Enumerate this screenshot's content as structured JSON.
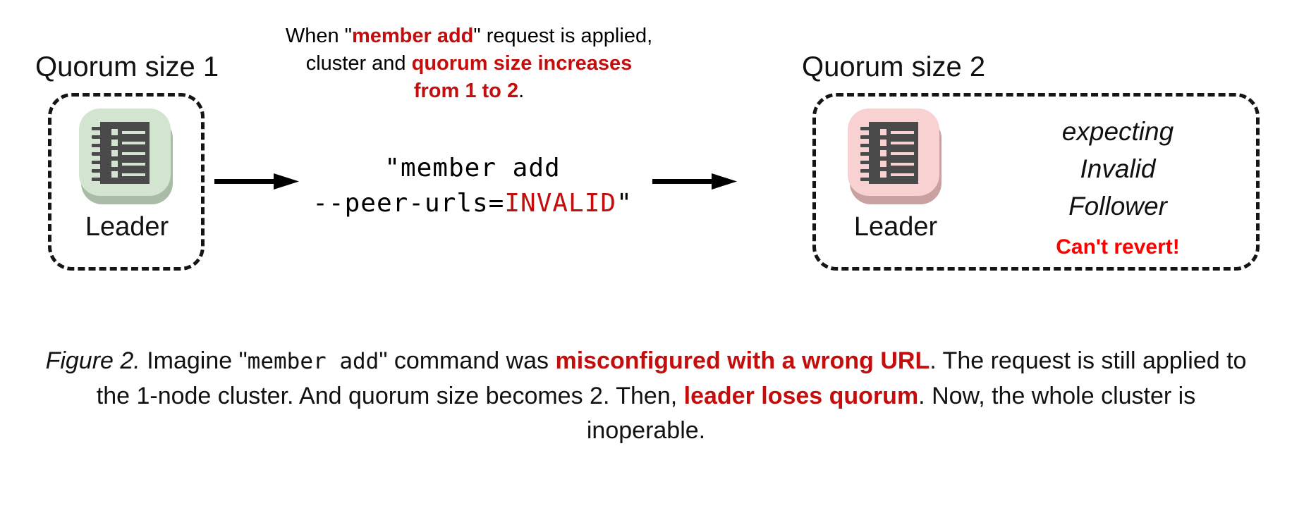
{
  "figure": {
    "left_cluster": {
      "title": "Quorum size 1",
      "node_label": "Leader",
      "icon_name": "server-rack-icon",
      "tile_color": "#D3E5D1",
      "shadow_color": "#A9BCA6"
    },
    "right_cluster": {
      "title": "Quorum size 2",
      "node_label": "Leader",
      "icon_name": "server-rack-icon",
      "tile_color": "#F8D2D2",
      "shadow_color": "#C9A1A1",
      "status_lines": [
        "expecting",
        "Invalid",
        "Follower"
      ],
      "warning": "Can't revert!"
    },
    "top_note": {
      "part1": "When \"",
      "highlight1": "member add",
      "part2": "\" request is applied,",
      "part3": "cluster and ",
      "highlight2": "quorum size increases",
      "highlight3": "from 1 to 2",
      "part4": "."
    },
    "command": {
      "line1": "\"member add",
      "line2_prefix": "--peer-urls=",
      "line2_value": "INVALID",
      "line2_suffix": "\""
    },
    "arrows": {
      "arrow1_name": "arrow-right",
      "arrow2_name": "arrow-right"
    },
    "caption": {
      "label": "Figure 2.",
      "t1": " Imagine \"",
      "cmd": "member add",
      "t2": "\" command was ",
      "hl1": "misconfigured with a wrong URL",
      "t3": ". The request is still applied to the 1-node cluster. And quorum size becomes 2. Then, ",
      "hl2": "leader loses quorum",
      "t4": ". Now, the whole cluster is inoperable."
    }
  },
  "colors": {
    "dark_red": "#C40D0D",
    "bright_red": "#FF0000",
    "ink": "#111111",
    "background": "#FFFFFF"
  }
}
